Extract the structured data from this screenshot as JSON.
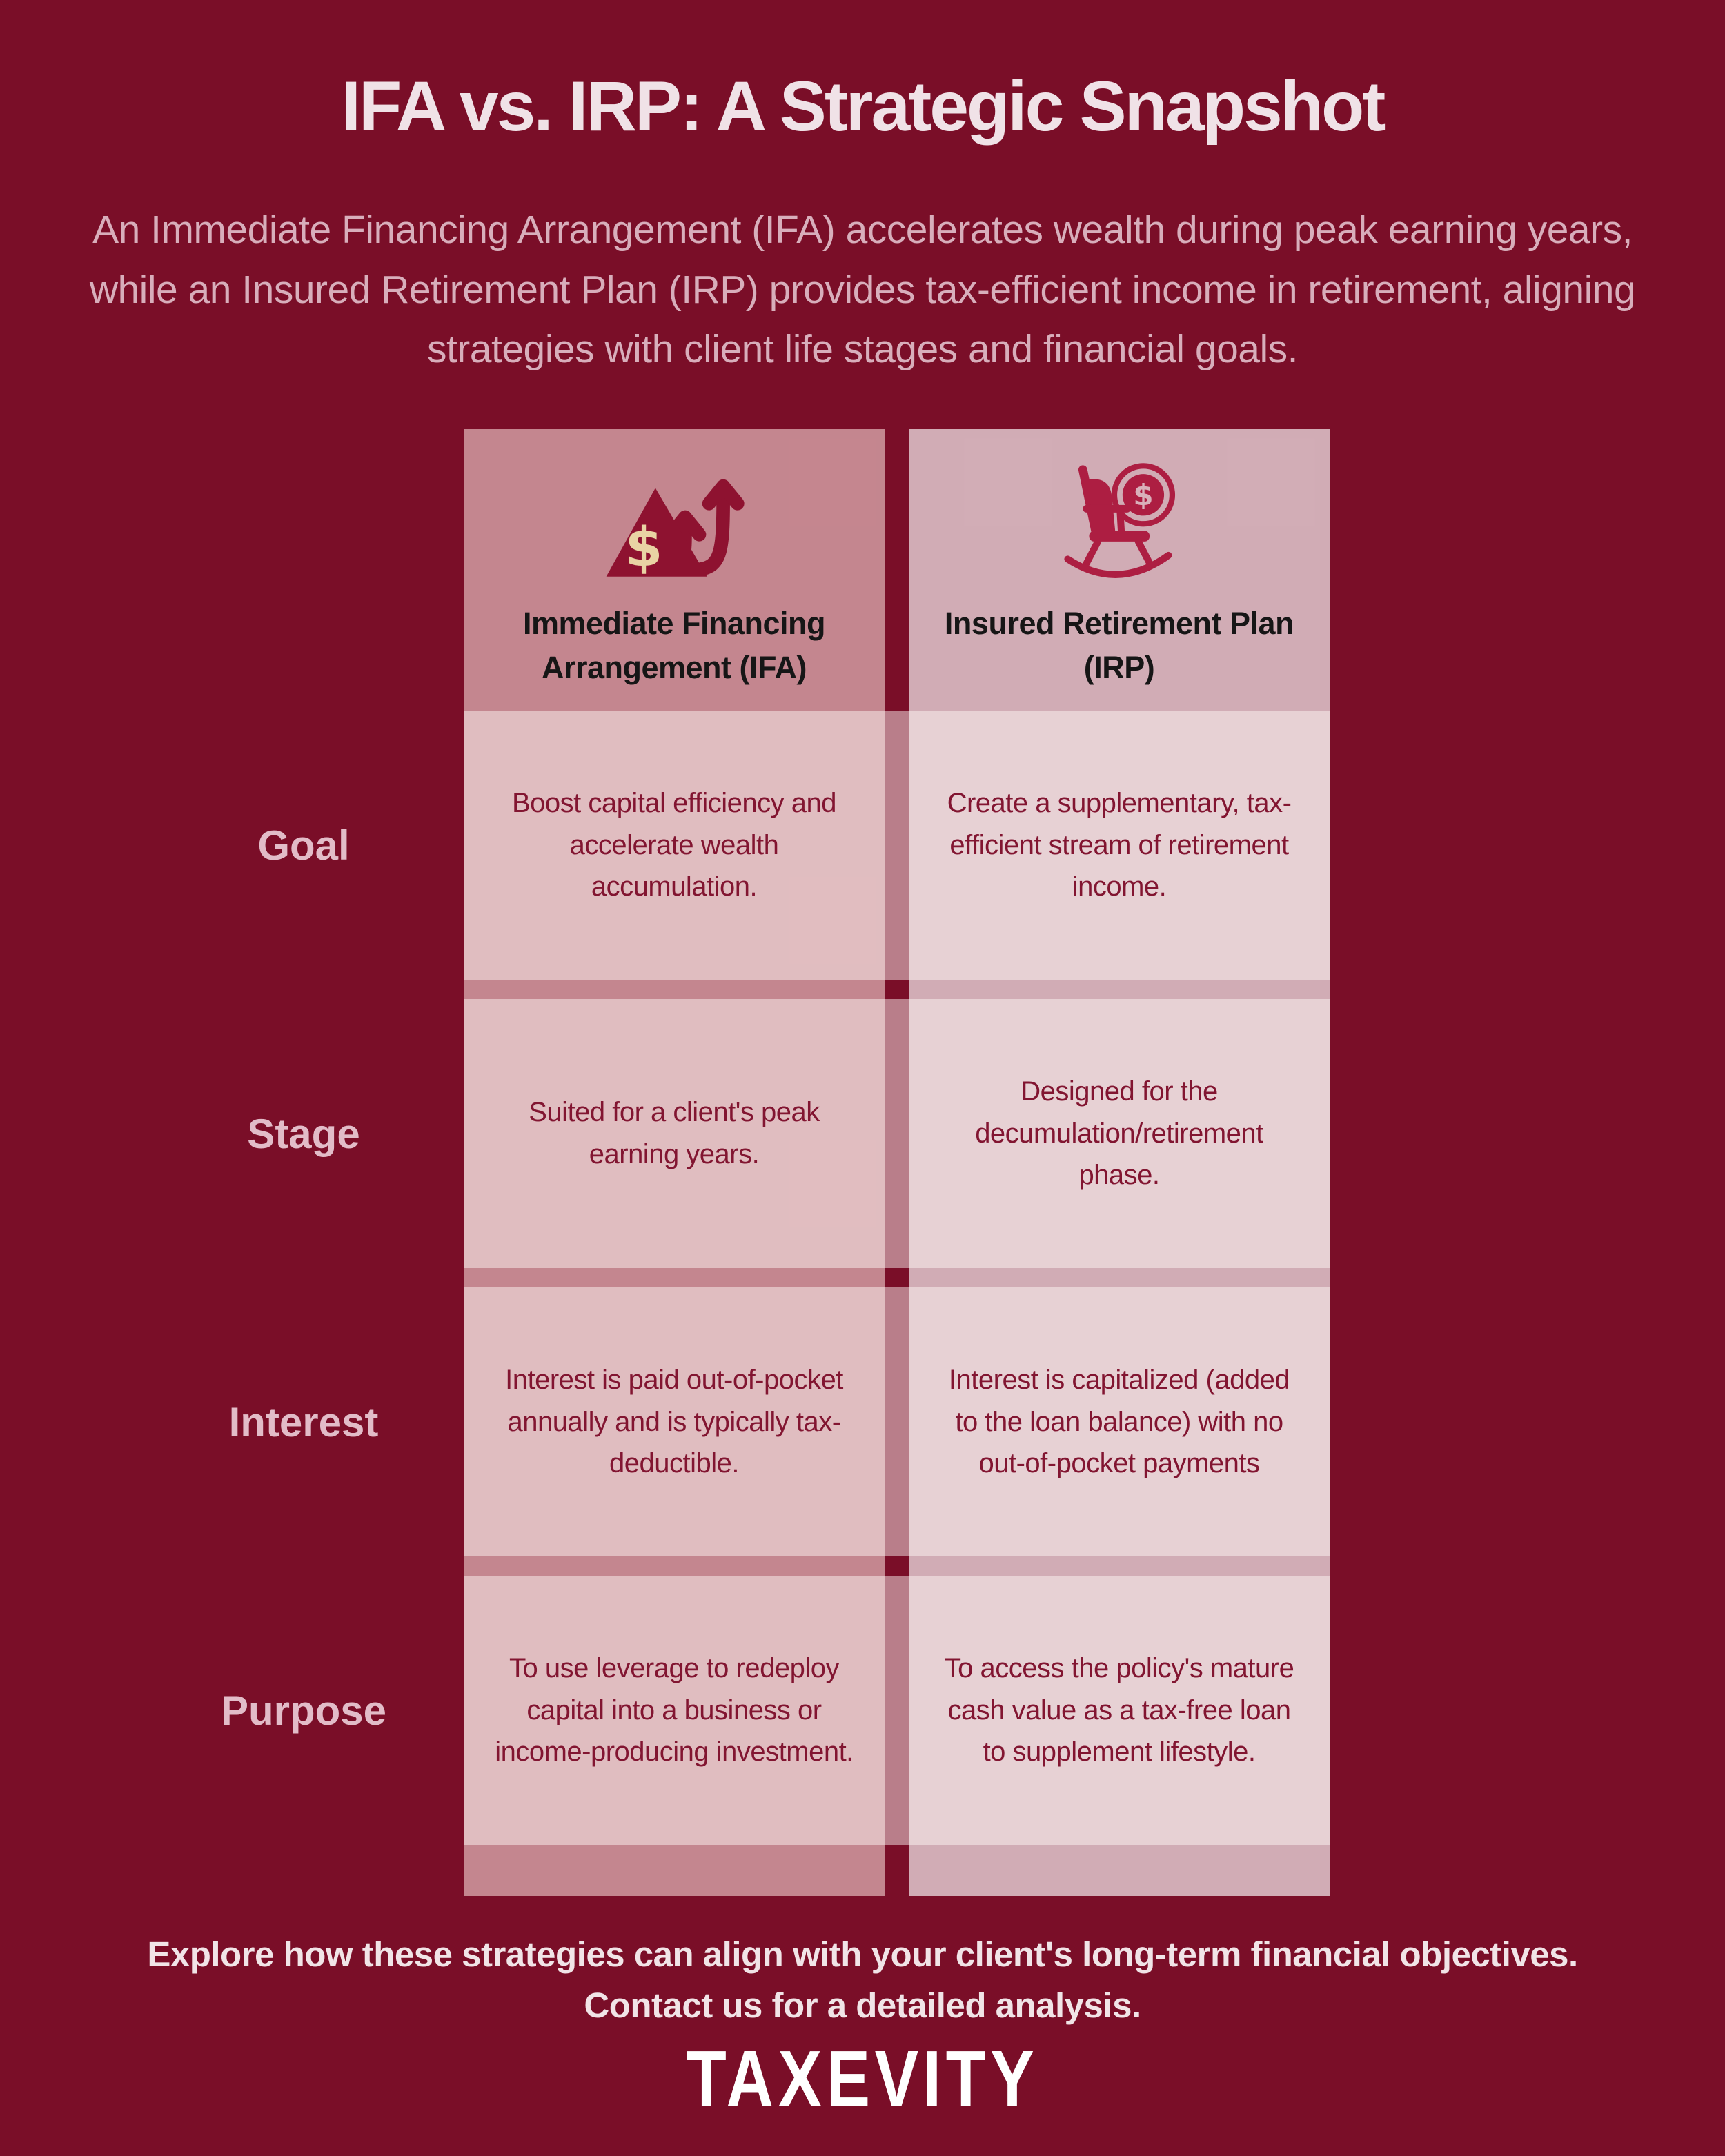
{
  "page": {
    "title": "IFA vs. IRP: A Strategic Snapshot",
    "subtitle": "An Immediate Financing Arrangement (IFA) accelerates wealth during peak earning years, while an Insured Retirement Plan (IRP) provides tax-efficient income in retirement, aligning strategies with client life stages and financial goals."
  },
  "table": {
    "columns": [
      {
        "title": "Immediate Financing Arrangement (IFA)",
        "icon": "growth-arrows-icon"
      },
      {
        "title": "Insured Retirement Plan (IRP)",
        "icon": "retirement-rocking-chair-icon"
      }
    ],
    "rows": [
      {
        "label": "Goal",
        "ifa": "Boost capital efficiency and accelerate wealth accumulation.",
        "irp": "Create a supplementary, tax-efficient stream of retirement income."
      },
      {
        "label": "Stage",
        "ifa": "Suited for a client's peak earning years.",
        "irp": "Designed for the decumulation/retirement phase."
      },
      {
        "label": "Interest",
        "ifa": "Interest is paid out-of-pocket annually and is typically tax-deductible.",
        "irp": "Interest is capitalized (added to the loan balance) with no out-of-pocket payments"
      },
      {
        "label": "Purpose",
        "ifa": "To use leverage to redeploy capital into a business or income-producing investment.",
        "irp": "To access the policy's mature cash value as a tax-free loan to supplement lifestyle."
      }
    ]
  },
  "footer": {
    "cta_line1": "Explore how these strategies can align with your client's long-term financial objectives.",
    "cta_line2": "Contact us for a detailed analysis.",
    "logo": "TAXEVITY"
  },
  "colors": {
    "background_maroon": "#7a0e28",
    "title_pink": "#f0e2e7",
    "subtitle_pink": "#d8aebb",
    "row_label_pink": "#e2bcc8",
    "cell_text_maroon": "#821531",
    "header_text_black": "#161616",
    "ifa_icon_dark_red": "#8e1230",
    "irp_icon_crimson": "#ad1e42",
    "dollar_cream": "#e9d3a4",
    "footer_text": "#f1e4e7",
    "logo_white": "#ffffff"
  }
}
